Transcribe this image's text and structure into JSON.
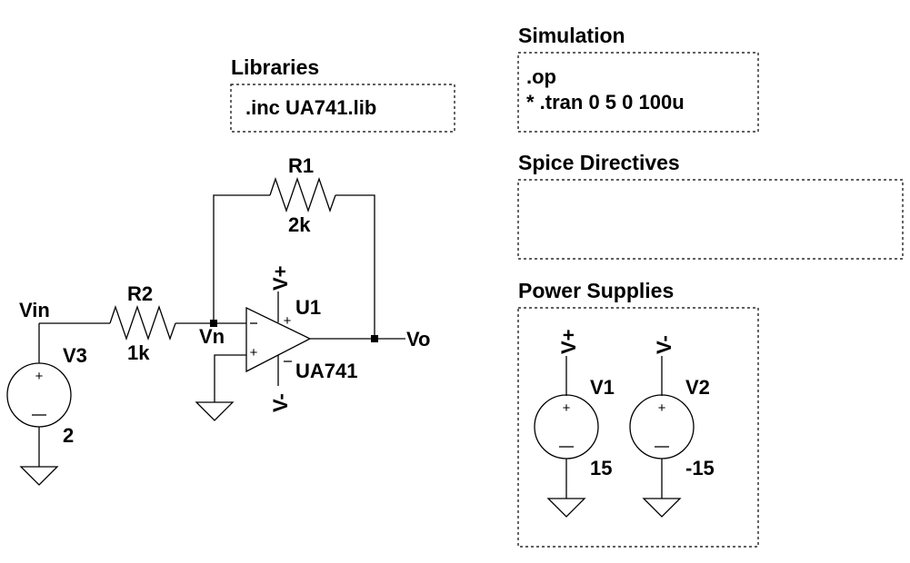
{
  "sections": {
    "libraries": {
      "title": "Libraries",
      "lines": [
        ".inc UA741.lib"
      ]
    },
    "simulation": {
      "title": "Simulation",
      "lines": [
        ".op",
        "* .tran 0 5 0 100u"
      ]
    },
    "spice_directives": {
      "title": "Spice Directives",
      "lines": []
    },
    "power_supplies": {
      "title": "Power Supplies"
    }
  },
  "components": {
    "r1": {
      "name": "R1",
      "value": "2k"
    },
    "r2": {
      "name": "R2",
      "value": "1k"
    },
    "v3": {
      "name": "V3",
      "value": "2"
    },
    "u1": {
      "name": "U1",
      "model": "UA741",
      "pin_plus": "+",
      "pin_minus": "−",
      "supply_pos": "V+",
      "supply_neg": "V-"
    },
    "v1": {
      "name": "V1",
      "value": "15",
      "net": "V+"
    },
    "v2": {
      "name": "V2",
      "value": "-15",
      "net": "V-"
    }
  },
  "nets": {
    "vin": "Vin",
    "vn": "Vn",
    "vo": "Vo"
  },
  "source_symbols": {
    "plus": "+",
    "minus": "−"
  }
}
